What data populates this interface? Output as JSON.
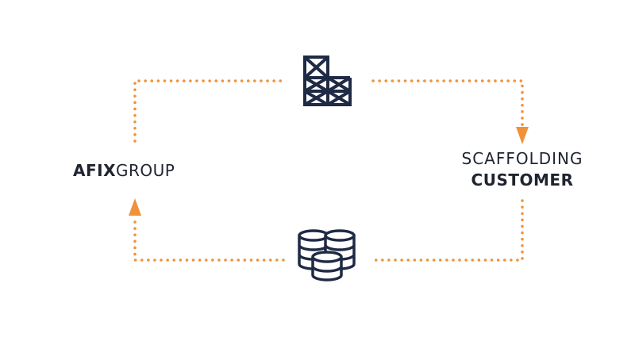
{
  "nodes": {
    "afix": {
      "bold": "AFIX",
      "light": "GROUP"
    },
    "customer": {
      "line1": "SCAFFOLDING",
      "line2": "CUSTOMER"
    }
  },
  "icons": {
    "top": "scaffolding-icon",
    "bottom": "coin-stacks-icon"
  },
  "colors": {
    "arrow": "#f0923a",
    "icon": "#1f2a44",
    "text": "#1f2430"
  }
}
